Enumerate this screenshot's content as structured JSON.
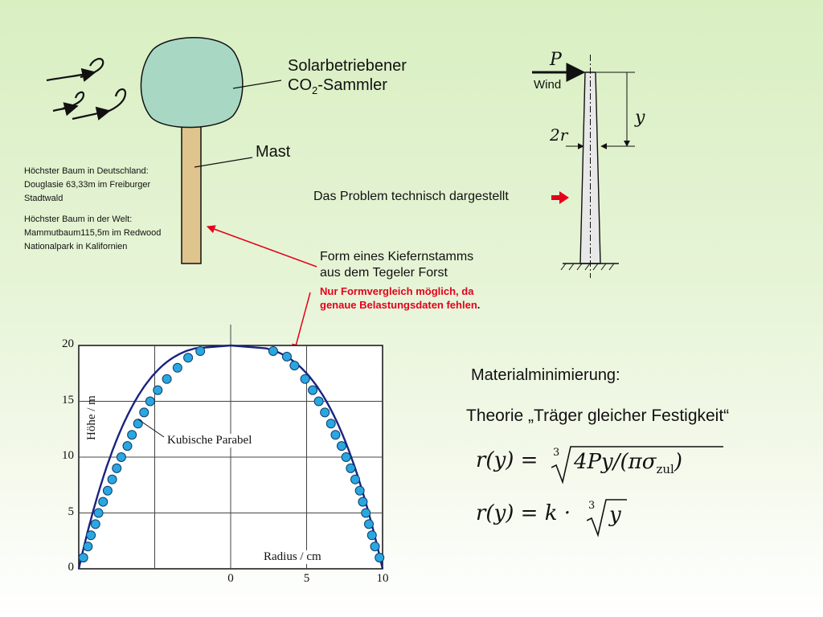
{
  "tree": {
    "collector_label_line1": "Solarbetriebener",
    "collector_label_line2_base": "CO",
    "collector_label_line2_sub": "2",
    "collector_label_line2_rest": "-Sammler",
    "mast_label": "Mast",
    "crown_color": "#a8d8c4",
    "trunk_color": "#e0c48d"
  },
  "facts": {
    "germany_line1": "Höchster Baum in Deutschland:",
    "germany_line2": "Douglasie 63,33m im Freiburger",
    "germany_line3": "Stadtwald",
    "world_line1": "Höchster Baum in der Welt:",
    "world_line2": "Mammutbaum115,5m im Redwood",
    "world_line3": "Nationalpark in Kalifornien"
  },
  "beam": {
    "force_label": "P",
    "wind_label": "Wind",
    "y_label": "y",
    "radius_label": "2r",
    "caption": "Das Problem technisch dargestellt"
  },
  "pine": {
    "line1": "Form eines Kiefernstamms",
    "line2": "aus dem Tegeler Forst",
    "note_line1": "Nur Formvergleich möglich, da",
    "note_line2": "genaue Belastungsdaten fehlen",
    "note_period": "."
  },
  "theory": {
    "heading": "Materialminimierung:",
    "subheading": "Theorie „Träger gleicher Festigkeit“",
    "formula1_lhs": "r(y) =",
    "formula1_index": "3",
    "formula1_radicand": "4Py/(πσ",
    "formula1_sub": "zul",
    "formula1_close": ")",
    "formula2_lhs": "r(y) = k ·",
    "formula2_index": "3",
    "formula2_radicand": "y"
  },
  "chart_data": {
    "type": "scatter",
    "ylabel": "Höhe / m",
    "xlabel": "Radius / cm",
    "curve_label": "Kubische Parabel",
    "ytick_labels": [
      "0",
      "5",
      "10",
      "15",
      "20"
    ],
    "xtick_labels": [
      "0",
      "5",
      "10"
    ],
    "ylim": [
      0,
      20
    ],
    "xlim": [
      -10,
      10
    ],
    "grid": true,
    "curve": "cubic parabola r = k * (20 - h)^(1/3)",
    "point_color": "#2aa7e0",
    "curve_color": "#1a237e",
    "series": [
      {
        "name": "Kubische Parabel",
        "points": [
          {
            "x": -9.7,
            "y": 1.0
          },
          {
            "x": -9.4,
            "y": 2.0
          },
          {
            "x": -9.2,
            "y": 3.0
          },
          {
            "x": -8.9,
            "y": 4.0
          },
          {
            "x": -8.7,
            "y": 5.0
          },
          {
            "x": -8.4,
            "y": 6.0
          },
          {
            "x": -8.1,
            "y": 7.0
          },
          {
            "x": -7.8,
            "y": 8.0
          },
          {
            "x": -7.5,
            "y": 9.0
          },
          {
            "x": -7.2,
            "y": 10.0
          },
          {
            "x": -6.8,
            "y": 11.0
          },
          {
            "x": -6.5,
            "y": 12.0
          },
          {
            "x": -6.1,
            "y": 13.0
          },
          {
            "x": -5.7,
            "y": 14.0
          },
          {
            "x": -5.3,
            "y": 15.0
          },
          {
            "x": -4.8,
            "y": 16.0
          },
          {
            "x": -4.2,
            "y": 17.0
          },
          {
            "x": -3.5,
            "y": 18.0
          },
          {
            "x": -2.8,
            "y": 18.9
          },
          {
            "x": -2.0,
            "y": 19.5
          },
          {
            "x": 2.8,
            "y": 19.5
          },
          {
            "x": 3.7,
            "y": 19.0
          },
          {
            "x": 4.2,
            "y": 18.2
          },
          {
            "x": 4.9,
            "y": 17.0
          },
          {
            "x": 5.4,
            "y": 16.0
          },
          {
            "x": 5.8,
            "y": 15.0
          },
          {
            "x": 6.2,
            "y": 14.0
          },
          {
            "x": 6.6,
            "y": 13.0
          },
          {
            "x": 6.9,
            "y": 12.0
          },
          {
            "x": 7.3,
            "y": 11.0
          },
          {
            "x": 7.6,
            "y": 10.0
          },
          {
            "x": 7.9,
            "y": 9.0
          },
          {
            "x": 8.2,
            "y": 8.0
          },
          {
            "x": 8.5,
            "y": 7.0
          },
          {
            "x": 8.7,
            "y": 6.0
          },
          {
            "x": 8.9,
            "y": 5.0
          },
          {
            "x": 9.1,
            "y": 4.0
          },
          {
            "x": 9.3,
            "y": 3.0
          },
          {
            "x": 9.5,
            "y": 2.0
          },
          {
            "x": 9.8,
            "y": 1.0
          }
        ]
      }
    ]
  }
}
